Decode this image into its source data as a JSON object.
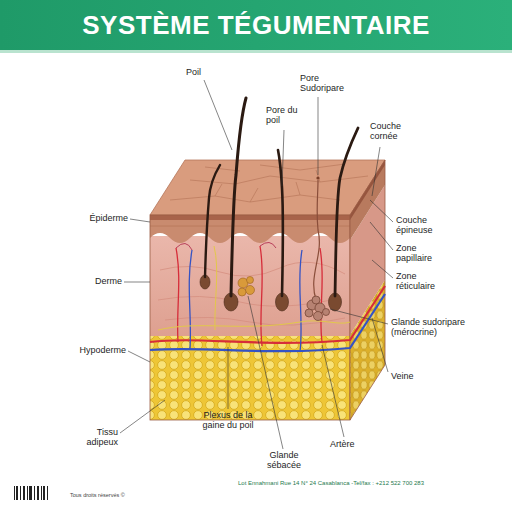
{
  "diagram": {
    "title": "SYSTÈME TÉGUMENTAIRE",
    "labels": [
      "Poil",
      "Pore Sudoripare",
      "Pore du poil",
      "Couche cornée",
      "Épiderme",
      "Couche épineuse",
      "Zone papillaire",
      "Derme",
      "Zone réticulaire",
      "Glande sudoripare (mérocrine)",
      "Hypoderme",
      "Veine",
      "Tissu adipeux",
      "Plexus de la gaine du poil",
      "Artère",
      "Glande sébacée",
      "Lot Ennahmani Rue 14 N° 24 Casablanca -Tel/fax : +212 522 700 283",
      "Tous droits réservés ©"
    ]
  }
}
